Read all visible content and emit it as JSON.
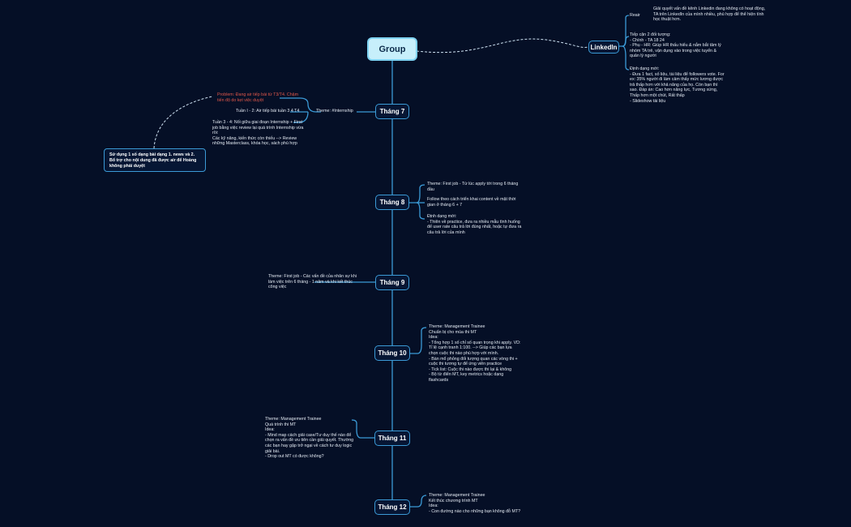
{
  "root": {
    "label": "Group"
  },
  "linkedin": {
    "label": "LinkedIn",
    "branch_label": "Reair",
    "note1": "Giải quyết vấn đề kênh Linkedin đang không có hoạt động, TA trên LinkedIn của mình nhiều, phù hợp để thể hiện tính học thuật hơn.",
    "note2": "Tiếp cận 2 đối tượng:\n- Chính - TA 18 24\n- Phụ - HR: Giúp HR thấu hiểu & nắm bắt tâm lý nhóm TA trẻ, vận dụng vào trong việc tuyển & quản lý người",
    "note3": "Định dạng mới:\n- Đưa 1 fact, số liệu, tài liệu để followers vote. For ex: 35% người đi làm cảm thấy mức lương được trả thấp hơn với khả năng của họ. Còn bạn thì sao. Đáp án: Cao hơn năng lực, Tương xứng, Thấp hơn một chút, Rất thấp\n- Slideshow tài liệu"
  },
  "months": [
    {
      "label": "Tháng 7"
    },
    {
      "label": "Tháng 8"
    },
    {
      "label": "Tháng 9"
    },
    {
      "label": "Tháng 10"
    },
    {
      "label": "Tháng 11"
    },
    {
      "label": "Tháng 12"
    }
  ],
  "t7": {
    "theme": "Theme: #Internship",
    "problem": "Problem: Đang air tiếp bài từ T3/T4. Chậm tiến độ do kẹt việc duyệt",
    "week12": "Tuần I - 2: Air tiếp bài tuần 3 4 T4",
    "week34": "Tuần 3 - 4: Nối giữa giai đoạn Internship + First job bằng việc review lại quá trình Internship vừa rồi:\nCác kỹ năng, kiến thức còn thiếu --> Review những Masterclass, khóa học, sách phù hợp",
    "side_box": "Sử dụng 1 số dạng bài dạng 1. news và 2. Bổ trợ cho nội dung đã được air để Hoàng không phải duyệt"
  },
  "t8": {
    "theme": "Theme: First job - Từ lúc apply tới trong 6 tháng đầu",
    "follow": "Follow theo cách triển khai content về mặt thời gian ở tháng 6 + 7",
    "format": "Định dạng mới:\n- Thiên về practice, đưa ra nhiều mẫu tình huống để user rate câu trả lời đúng nhất, hoặc tự đưa ra câu trả lời của mình"
  },
  "t9": {
    "theme": "Theme: First job - Các vấn đề của nhân sự khi làm việc trên 6 tháng - 1 năm và khi kết thúc công việc"
  },
  "t10": {
    "text": "Theme: Management Trainee\nChuẩn bị cho mùa thi MT\nIdea:\n- Tổng hợp 1 số chỉ số quan trọng khi apply. VD: Tỉ lệ cạnh tranh 1:100. --> Giúp các bạn lựa chọn cuộc thi nào phù hợp với mình.\n- Bàn mổ phỏng đối tượng quan các vòng thi + cuộc thi tương tự để ứng viên practice\n- Tick list: Cuộc thi nào được thi lại & không\n- Bộ từ điển MT, key metrics hoặc dạng flashcards"
  },
  "t11": {
    "text": "Theme: Management Trainee\nQuá trình thi MT\nIdea:\n- Mind map cách giải case/Tư duy thế nào để chọn ra vấn đề ưu tiên cần giải quyết. Thường các bạn hay gặp trở ngại về cách tư duy logic giải bài.\n- Drop out MT có được không?"
  },
  "t12": {
    "text": "Theme: Management Trainee\nKết thúc chương trình MT\nIdea:\n- Con đường nào cho những bạn không đỗ MT?"
  },
  "colors": {
    "background": "#050f26",
    "line": "#3b9ad6",
    "root": "#c7effb",
    "problem": "#e0574a"
  }
}
